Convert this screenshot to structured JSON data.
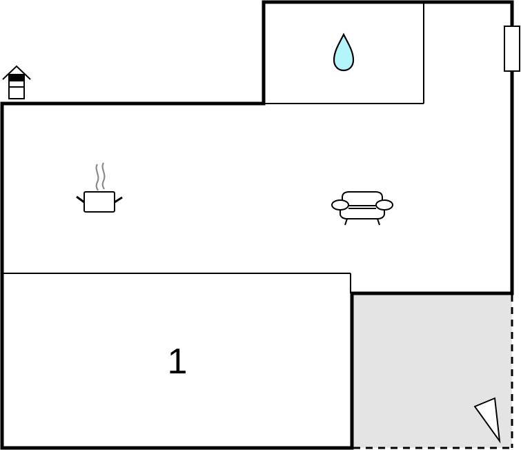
{
  "floor_plan": {
    "colors": {
      "wall": "#000000",
      "floor": "#ffffff",
      "terrace": "#e4e4e4",
      "water_drop": "#b3f5fb",
      "steam": "#8a8a8a"
    },
    "rooms": [
      {
        "id": "bedroom",
        "label": "1"
      },
      {
        "id": "bathroom",
        "icon": "water-drop-icon"
      },
      {
        "id": "kitchen",
        "icon": "cooking-pot-icon"
      },
      {
        "id": "living-room",
        "icon": "sofa-icon"
      },
      {
        "id": "terrace",
        "icon": "viewpoint-triangle-icon"
      }
    ],
    "legend": {
      "entrance_icon": "entrance-house-icon",
      "window_icon": "window-icon"
    }
  }
}
